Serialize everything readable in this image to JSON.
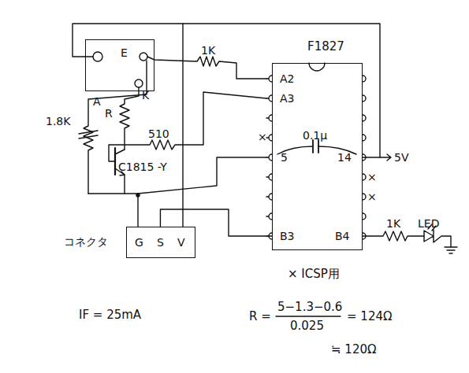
{
  "diagram": {
    "nodes": [
      {
        "text": [
          "E"
        ]
      },
      {
        "text": [
          "F1827"
        ]
      },
      {
        "text": [
          "コネクタ",
          "G",
          "S",
          "V"
        ]
      }
    ],
    "edges": [
      {
        "from": 0,
        "to": 1,
        "arrow": "none"
      },
      {
        "from": 2,
        "to": 1,
        "arrow": "none"
      }
    ],
    "labels": [
      "1K",
      "A2",
      "A3",
      "×",
      "5",
      "14",
      "B3",
      "B4",
      "×",
      "×",
      "5V",
      "A",
      "K",
      "1.8K",
      "R",
      "510",
      "C1815 -Y",
      "0.1μ",
      "1K",
      "LED",
      "× ICSP用",
      "IF = 25mA",
      "R =",
      "5−1.3−0.6",
      "0.025",
      "= 124Ω",
      "≒ 120Ω"
    ]
  }
}
